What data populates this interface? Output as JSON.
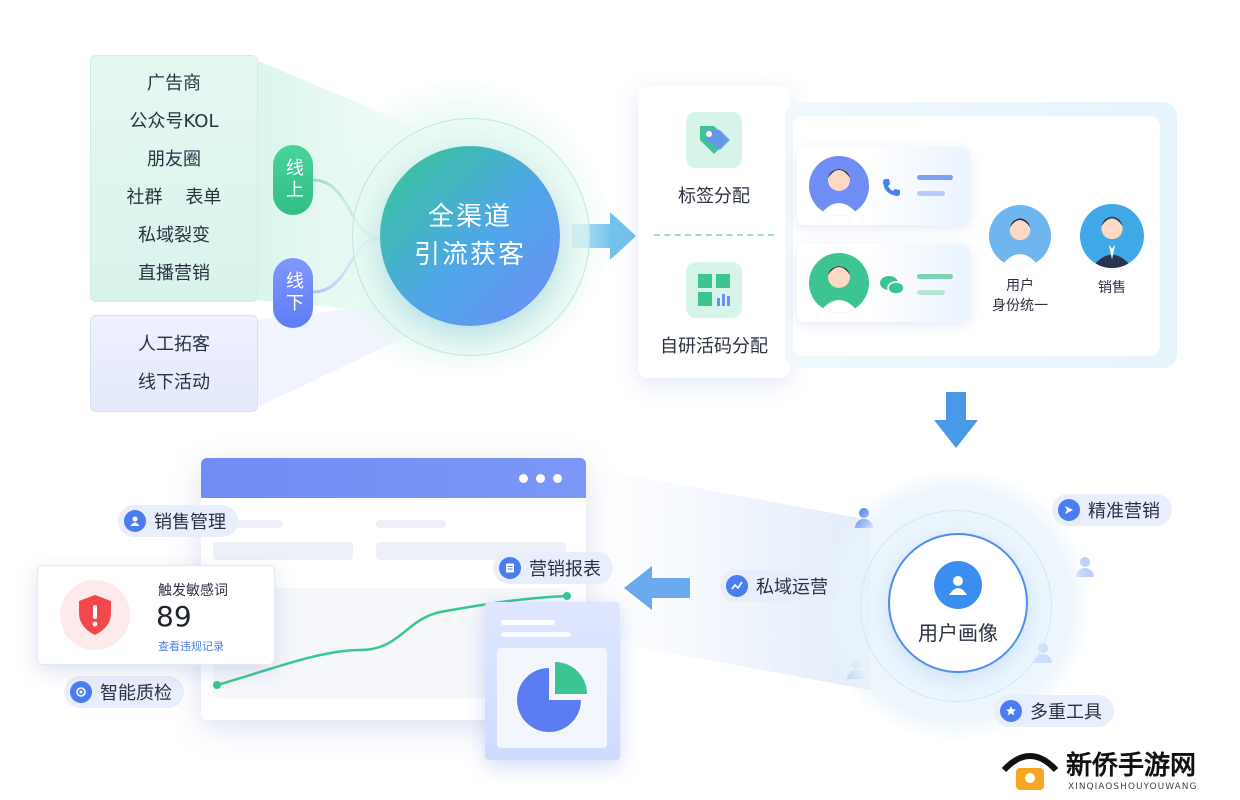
{
  "sources": {
    "online": [
      "广告商",
      "公众号KOL",
      "朋友圈",
      "社群    表单",
      "私域裂变",
      "直播营销"
    ],
    "offline": [
      "人工拓客",
      "线下活动"
    ]
  },
  "channels": {
    "online": "线上",
    "offline": "线下"
  },
  "hub": {
    "line1": "全渠道",
    "line2": "引流获客"
  },
  "distribution": {
    "tag": "标签分配",
    "code": "自研活码分配"
  },
  "identity": {
    "user_label_1": "用户",
    "user_label_2": "身份统一",
    "sales_label": "销售"
  },
  "persona": {
    "title": "用户画像",
    "tags": {
      "precision": "精准营销",
      "private": "私域运营",
      "tools": "多重工具"
    }
  },
  "dashboard": {
    "sales_mgmt": "销售管理",
    "report": "营销报表",
    "quality": "智能质检",
    "alert_title": "触发敏感词",
    "alert_value": "89",
    "alert_link": "查看违规记录"
  },
  "watermark": {
    "name": "新侨手游网",
    "domain": "XINQIAOSHOUYOUWANG"
  },
  "colors": {
    "green": "#2fbf85",
    "blue": "#5f7cf3",
    "accent_blue": "#4a7df0"
  }
}
